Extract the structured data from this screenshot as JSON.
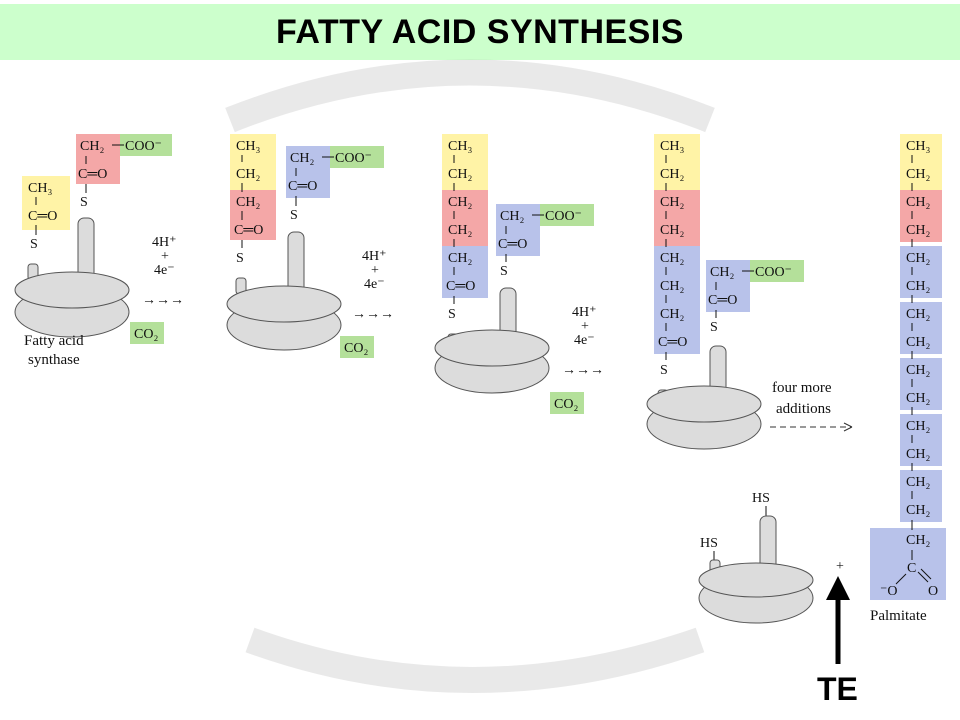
{
  "title": "FATTY ACID SYNTHESIS",
  "chem": {
    "ch3": "CH₃",
    "ch2": "CH₂",
    "co": "C═O",
    "coo": "COO⁻",
    "s": "S",
    "hs": "HS",
    "c": "C",
    "o": "O",
    "o_minus": "⁻O",
    "co2": "CO₂",
    "h4": "4H⁺",
    "plus": "+",
    "e4": "4e⁻",
    "arrows": "→→→"
  },
  "labels": {
    "synthase_line1": "Fatty acid",
    "synthase_line2": "synthase",
    "four_more_line1": "four more",
    "four_more_line2": "additions",
    "palmitate": "Palmitate",
    "te": "TE"
  },
  "colors": {
    "title_bg": "#ccffcc",
    "yellow": "#fff3a6",
    "pink": "#f4a7a7",
    "blue": "#b8c2ea",
    "green": "#b4e09a",
    "enzyme": "#dcdcdc"
  }
}
